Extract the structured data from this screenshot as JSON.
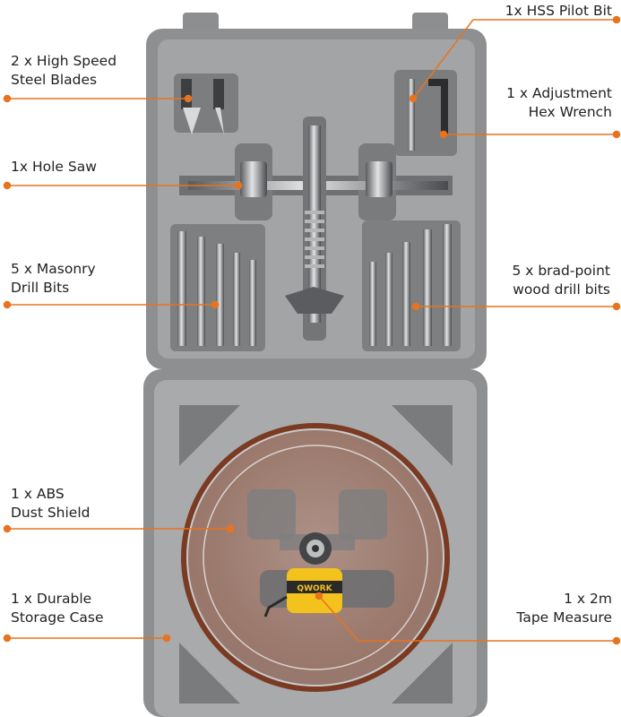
{
  "labels": {
    "blades": [
      "2 x High Speed",
      "Steel Blades"
    ],
    "hole_saw": [
      "1x Hole Saw"
    ],
    "masonry": [
      "5 x Masonry",
      "Drill Bits"
    ],
    "shield": [
      "1 x ABS",
      "Dust Shield"
    ],
    "case": [
      "1 x Durable",
      "Storage Case"
    ],
    "pilot": [
      "1x HSS Pilot Bit"
    ],
    "hex": [
      "1 x Adjustment",
      "Hex Wrench"
    ],
    "brad": [
      "5 x brad-point",
      "wood drill bits"
    ],
    "tape": [
      "1 x 2m",
      "Tape Measure"
    ]
  },
  "tape_brand": "QWORK",
  "colors": {
    "callout": "#e8731f",
    "case_gray": "#8e8f91",
    "case_light": "#a9aaac",
    "case_dark": "#6f7072",
    "shield_rim": "#7a3b22",
    "tape_yellow": "#f4c21c"
  }
}
